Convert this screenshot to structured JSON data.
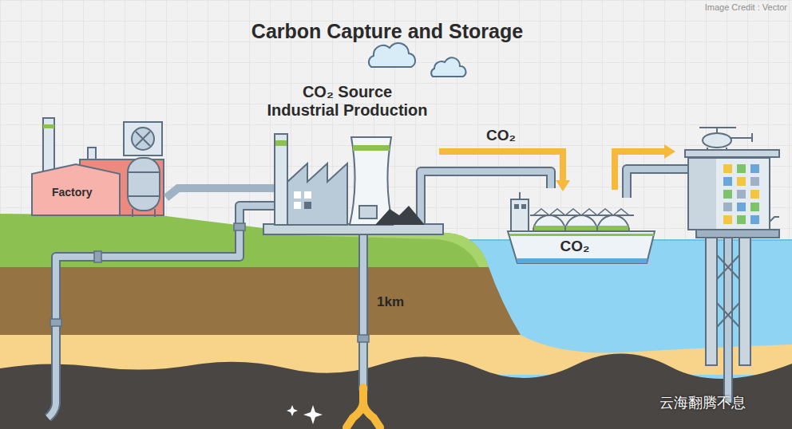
{
  "diagram": {
    "title": "Carbon Capture and Storage",
    "nodes": [
      {
        "text": [
          "Factory"
        ]
      },
      {
        "text": [
          "CO₂ Source Industrial Production"
        ]
      },
      {
        "text": [
          "CO₂"
        ]
      }
    ],
    "edges": [
      {
        "from": 0,
        "to": 1,
        "arrow": "none"
      },
      {
        "from": 1,
        "to": 2,
        "arrow": "to",
        "label": "CO₂"
      }
    ],
    "labels": [
      "1km",
      "Image Credit : Vector",
      "云海翻腾不息"
    ]
  }
}
